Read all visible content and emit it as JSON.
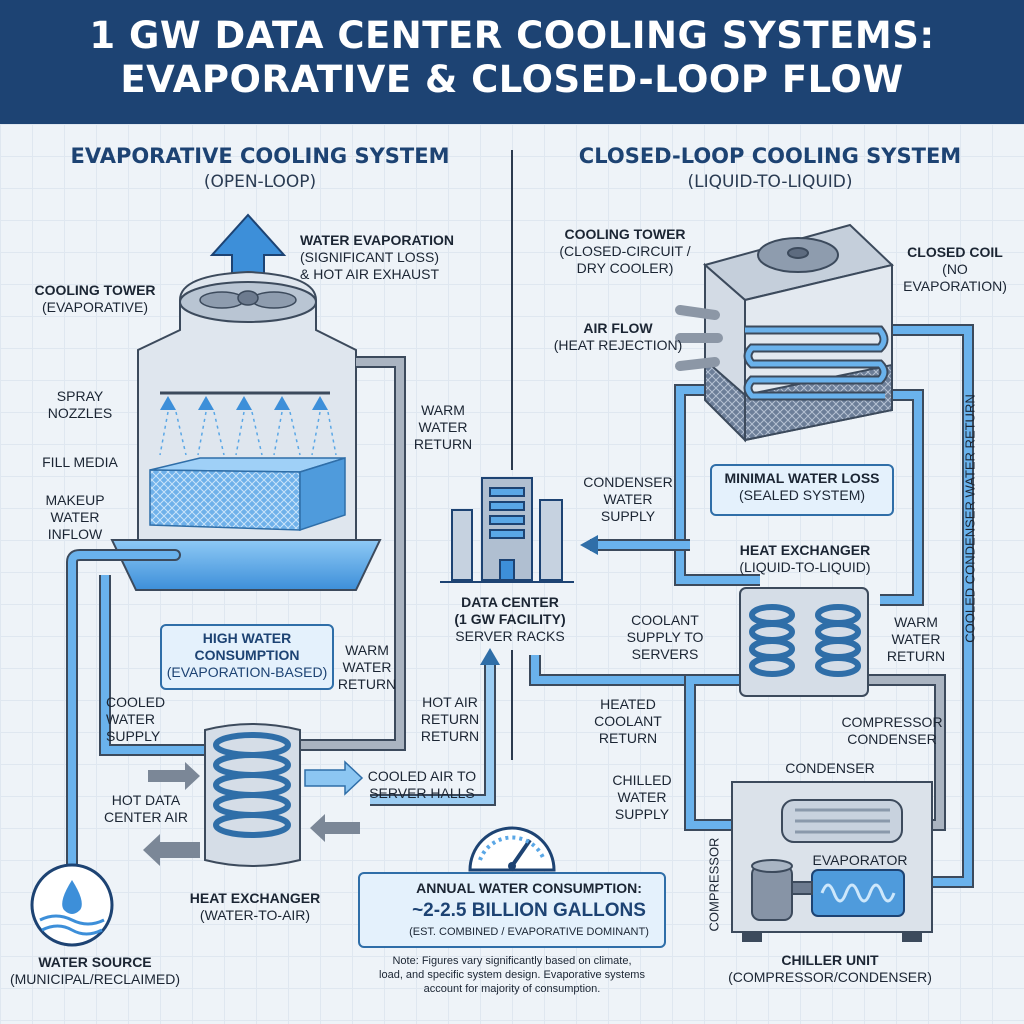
{
  "title": {
    "line1": "1 GW DATA CENTER COOLING SYSTEMS:",
    "line2": "EVAPORATIVE & CLOSED-LOOP FLOW"
  },
  "evaporative": {
    "heading": "EVAPORATIVE COOLING SYSTEM",
    "subheading": "(OPEN-LOOP)",
    "cooling_tower": {
      "name": "COOLING TOWER",
      "sub": "(EVAPORATIVE)"
    },
    "water_evaporation": {
      "name": "WATER EVAPORATION",
      "line2": "(SIGNIFICANT LOSS)",
      "line3": "& HOT AIR EXHAUST"
    },
    "spray_nozzles": {
      "line1": "SPRAY",
      "line2": "NOZZLES"
    },
    "fill_media": "FILL MEDIA",
    "makeup_water": {
      "line1": "MAKEUP",
      "line2": "WATER",
      "line3": "INFLOW"
    },
    "warm_water_return_top": {
      "line1": "WARM",
      "line2": "WATER",
      "line3": "RETURN"
    },
    "high_water": {
      "line1": "HIGH WATER",
      "line2": "CONSUMPTION",
      "line3": "(EVAPORATION-BASED)"
    },
    "warm_water_return_bottom": {
      "line1": "WARM",
      "line2": "WATER",
      "line3": "RETURN"
    },
    "cooled_water_supply": {
      "line1": "COOLED",
      "line2": "WATER",
      "line3": "SUPPLY"
    },
    "hot_air_return": {
      "line1": "HOT AIR",
      "line2": "RETURN",
      "line3": "RETURN"
    },
    "cooled_air": {
      "line1": "COOLED AIR TO",
      "line2": "SERVER HALLS"
    },
    "hot_dc_air": {
      "line1": "HOT DATA",
      "line2": "CENTER AIR"
    },
    "heat_exchanger": {
      "name": "HEAT EXCHANGER",
      "sub": "(WATER-TO-AIR)"
    },
    "water_source": {
      "name": "WATER SOURCE",
      "sub": "(MUNICIPAL/RECLAIMED)"
    }
  },
  "data_center": {
    "name": "DATA CENTER",
    "line2": "(1 GW FACILITY)",
    "line3": "SERVER RACKS"
  },
  "closed_loop": {
    "heading": "CLOSED-LOOP COOLING SYSTEM",
    "subheading": "(LIQUID-TO-LIQUID)",
    "cooling_tower": {
      "name": "COOLING TOWER",
      "line2": "(CLOSED-CIRCUIT /",
      "line3": "DRY COOLER)"
    },
    "closed_coil": {
      "name": "CLOSED COIL",
      "line2": "(NO",
      "line3": "EVAPORATION)"
    },
    "air_flow": {
      "name": "AIR FLOW",
      "sub": "(HEAT REJECTION)"
    },
    "condenser_water_supply": {
      "line1": "CONDENSER",
      "line2": "WATER",
      "line3": "SUPPLY"
    },
    "minimal_water": {
      "line1": "MINIMAL WATER LOSS",
      "line2": "(SEALED SYSTEM)"
    },
    "heat_exchanger": {
      "name": "HEAT EXCHANGER",
      "sub": "(LIQUID-TO-LIQUID)"
    },
    "coolant_supply": {
      "line1": "COOLANT",
      "line2": "SUPPLY TO",
      "line3": "SERVERS"
    },
    "warm_water_return": {
      "line1": "WARM",
      "line2": "WATER",
      "line3": "RETURN"
    },
    "cooled_condenser_return": "COOLED CONDENSER WATER RETURN",
    "heated_coolant_return": {
      "line1": "HEATED",
      "line2": "COOLANT",
      "line3": "RETURN"
    },
    "compressor_condenser": {
      "line1": "COMPRESSOR",
      "line2": "CONDENSER"
    },
    "chilled_water_supply": {
      "line1": "CHILLED",
      "line2": "WATER",
      "line3": "SUPPLY"
    },
    "condenser": "CONDENSER",
    "evaporator": "EVAPORATOR",
    "compressor": "COMPRESSOR",
    "chiller_unit": {
      "name": "CHILLER UNIT",
      "sub": "(COMPRESSOR/CONDENSER)"
    }
  },
  "annual": {
    "title": "ANNUAL WATER CONSUMPTION:",
    "value": "~2-2.5 BILLION GALLONS",
    "sub": "(EST. COMBINED / EVAPORATIVE DOMINANT)"
  },
  "note": {
    "line1": "Note: Figures vary significantly based on climate,",
    "line2": "load, and specific system design. Evaporative systems",
    "line3": "account for majority of consumption."
  },
  "colors": {
    "banner": "#1d4373",
    "pipe_blue": "#5aa7e6",
    "pipe_gray": "#8c97a6",
    "water": "#3d8fd9",
    "accent_box": "#2f6ea8"
  }
}
